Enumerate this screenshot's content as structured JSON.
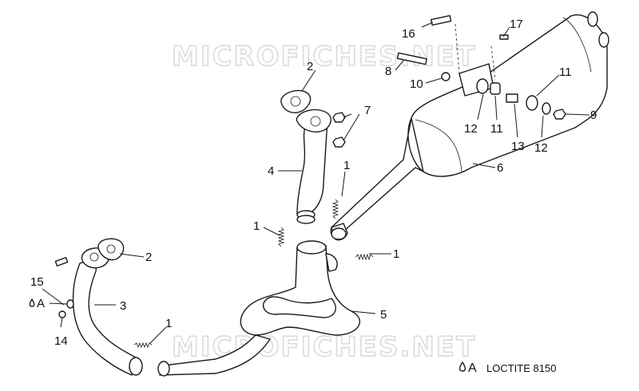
{
  "watermark": "MICROFICHES.NET",
  "callouts": [
    "1",
    "1",
    "1",
    "1",
    "2",
    "2",
    "3",
    "4",
    "5",
    "6",
    "7",
    "8",
    "9",
    "10",
    "11",
    "11",
    "12",
    "12",
    "13",
    "14",
    "15",
    "16",
    "17",
    "A"
  ],
  "legend": {
    "symbol": "A",
    "text": "LOCTITE 8150"
  }
}
